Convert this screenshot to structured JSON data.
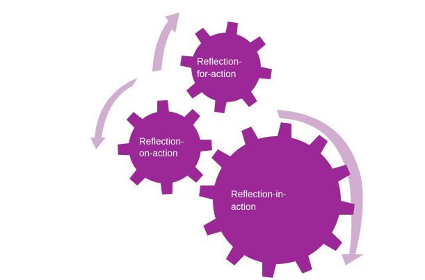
{
  "colors": {
    "gear": "#9b2896",
    "arrow": "#d1adcf",
    "label": "#ffffff",
    "background": "#ffffff"
  },
  "gears": [
    {
      "id": "reflection-for-action",
      "lines": [
        "Reflection-",
        "for-action"
      ]
    },
    {
      "id": "reflection-on-action",
      "lines": [
        "Reflection-",
        "on-action"
      ]
    },
    {
      "id": "reflection-in-action",
      "lines": [
        "Reflection-in-",
        "action"
      ]
    }
  ],
  "arrows": [
    {
      "id": "arrow-in-to-for-top"
    },
    {
      "id": "arrow-for-to-on-left"
    },
    {
      "id": "arrow-right-down"
    }
  ]
}
